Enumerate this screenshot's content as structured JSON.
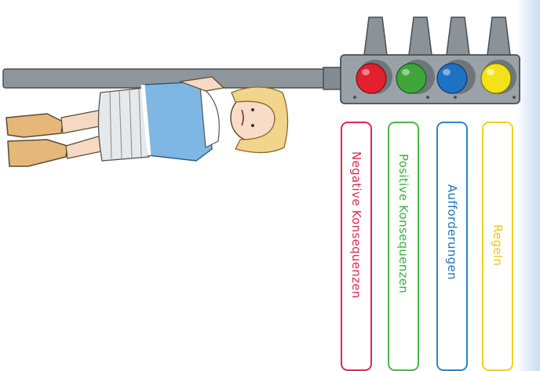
{
  "labels": {
    "rules": "Regeln",
    "requests": "Aufforderungen",
    "positive": "Positive Konsequenzen",
    "negative": "Negative Konsequenzen"
  },
  "colors": {
    "rules": "#f1d21a",
    "requests": "#2f84c8",
    "positive": "#4cb748",
    "negative": "#e0284e",
    "pole": "#8f969b",
    "housing": "#9aa2a8"
  },
  "illustration": {
    "traffic_light_lamps": [
      "red-lamp",
      "green-lamp",
      "blue-lamp",
      "yellow-lamp"
    ],
    "character": "girl-leaning-on-pole"
  }
}
